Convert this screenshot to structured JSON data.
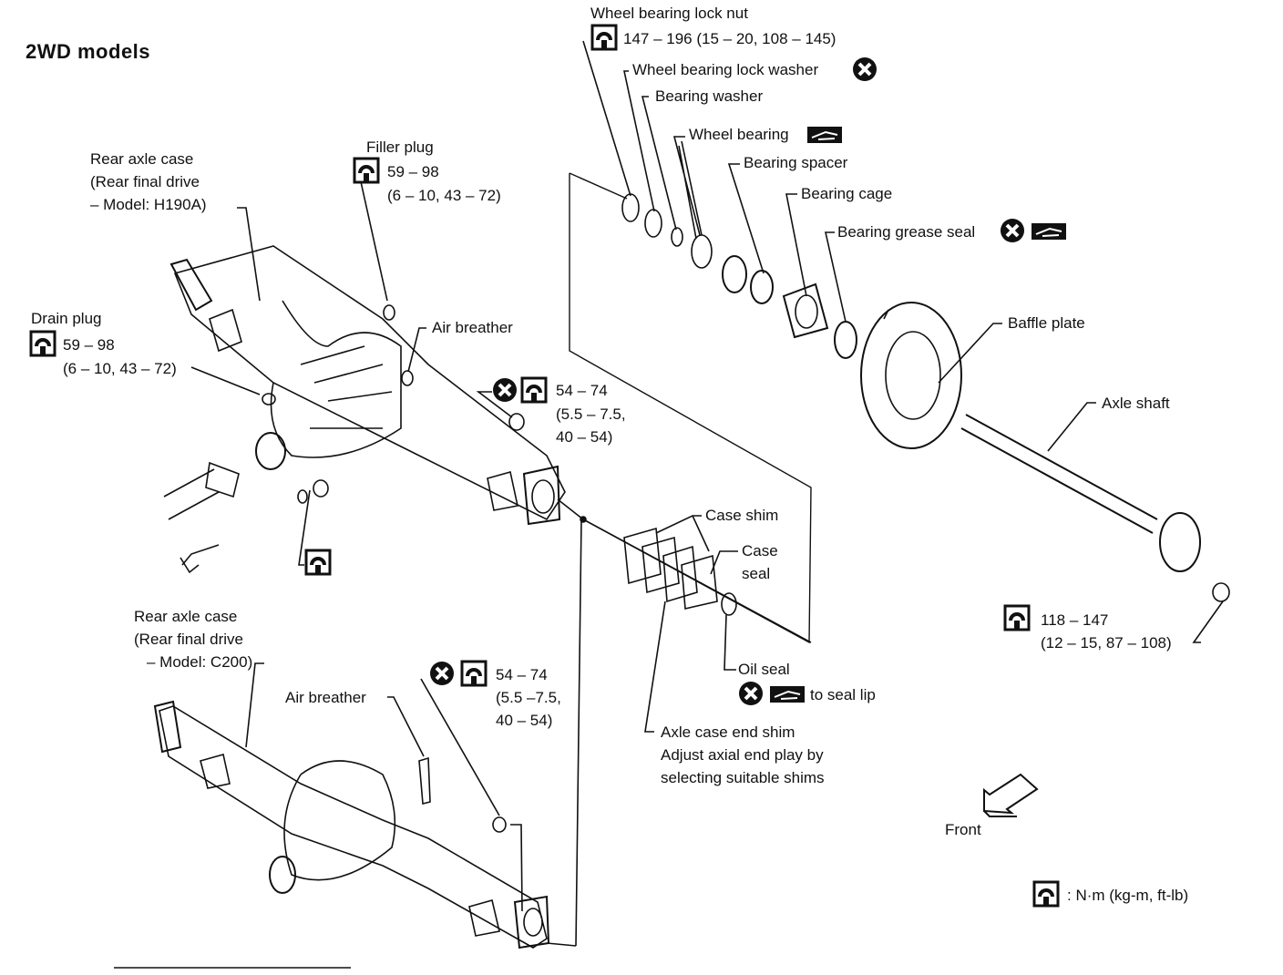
{
  "title": "2WD  models",
  "labels": {
    "lock_nut": "Wheel bearing lock nut",
    "lock_nut_torque": "147 – 196 (15 – 20, 108 – 145)",
    "lock_washer": "Wheel bearing lock washer",
    "bearing_washer": "Bearing washer",
    "wheel_bearing": "Wheel bearing",
    "bearing_spacer": "Bearing spacer",
    "bearing_cage": "Bearing cage",
    "grease_seal": "Bearing grease seal",
    "baffle_plate": "Baffle plate",
    "axle_shaft": "Axle shaft",
    "shaft_torque_1": "118 – 147",
    "shaft_torque_2": "(12 – 15, 87 – 108)",
    "case_h190_1": "Rear axle case",
    "case_h190_2": "(Rear final drive",
    "case_h190_3": "– Model: H190A)",
    "filler_plug": "Filler plug",
    "filler_torque_1": "59 – 98",
    "filler_torque_2": "(6 – 10, 43 – 72)",
    "drain_plug": "Drain plug",
    "drain_torque_1": "59 – 98",
    "drain_torque_2": "(6 – 10, 43 – 72)",
    "air_breather_top": "Air breather",
    "nut_top_1": "54 – 74",
    "nut_top_2": "(5.5 – 7.5,",
    "nut_top_3": "40 – 54)",
    "case_shim": "Case shim",
    "case_seal_1": "Case",
    "case_seal_2": "seal",
    "oil_seal": "Oil seal",
    "oil_seal_note": "to seal lip",
    "end_shim_1": "Axle case end shim",
    "end_shim_2": "Adjust axial end play by",
    "end_shim_3": "selecting suitable shims",
    "case_c200_1": "Rear axle case",
    "case_c200_2": "(Rear final drive",
    "case_c200_3": "– Model: C200)",
    "air_breather_bottom": "Air breather",
    "nut_bot_1": "54 – 74",
    "nut_bot_2": "(5.5 –7.5,",
    "nut_bot_3": "40 – 54)",
    "front": "Front",
    "legend": ": N·m (kg-m, ft-lb)"
  },
  "icons": [
    "torque-wrench-icon",
    "do-not-reuse-icon",
    "grease-icon",
    "front-arrow-icon"
  ]
}
